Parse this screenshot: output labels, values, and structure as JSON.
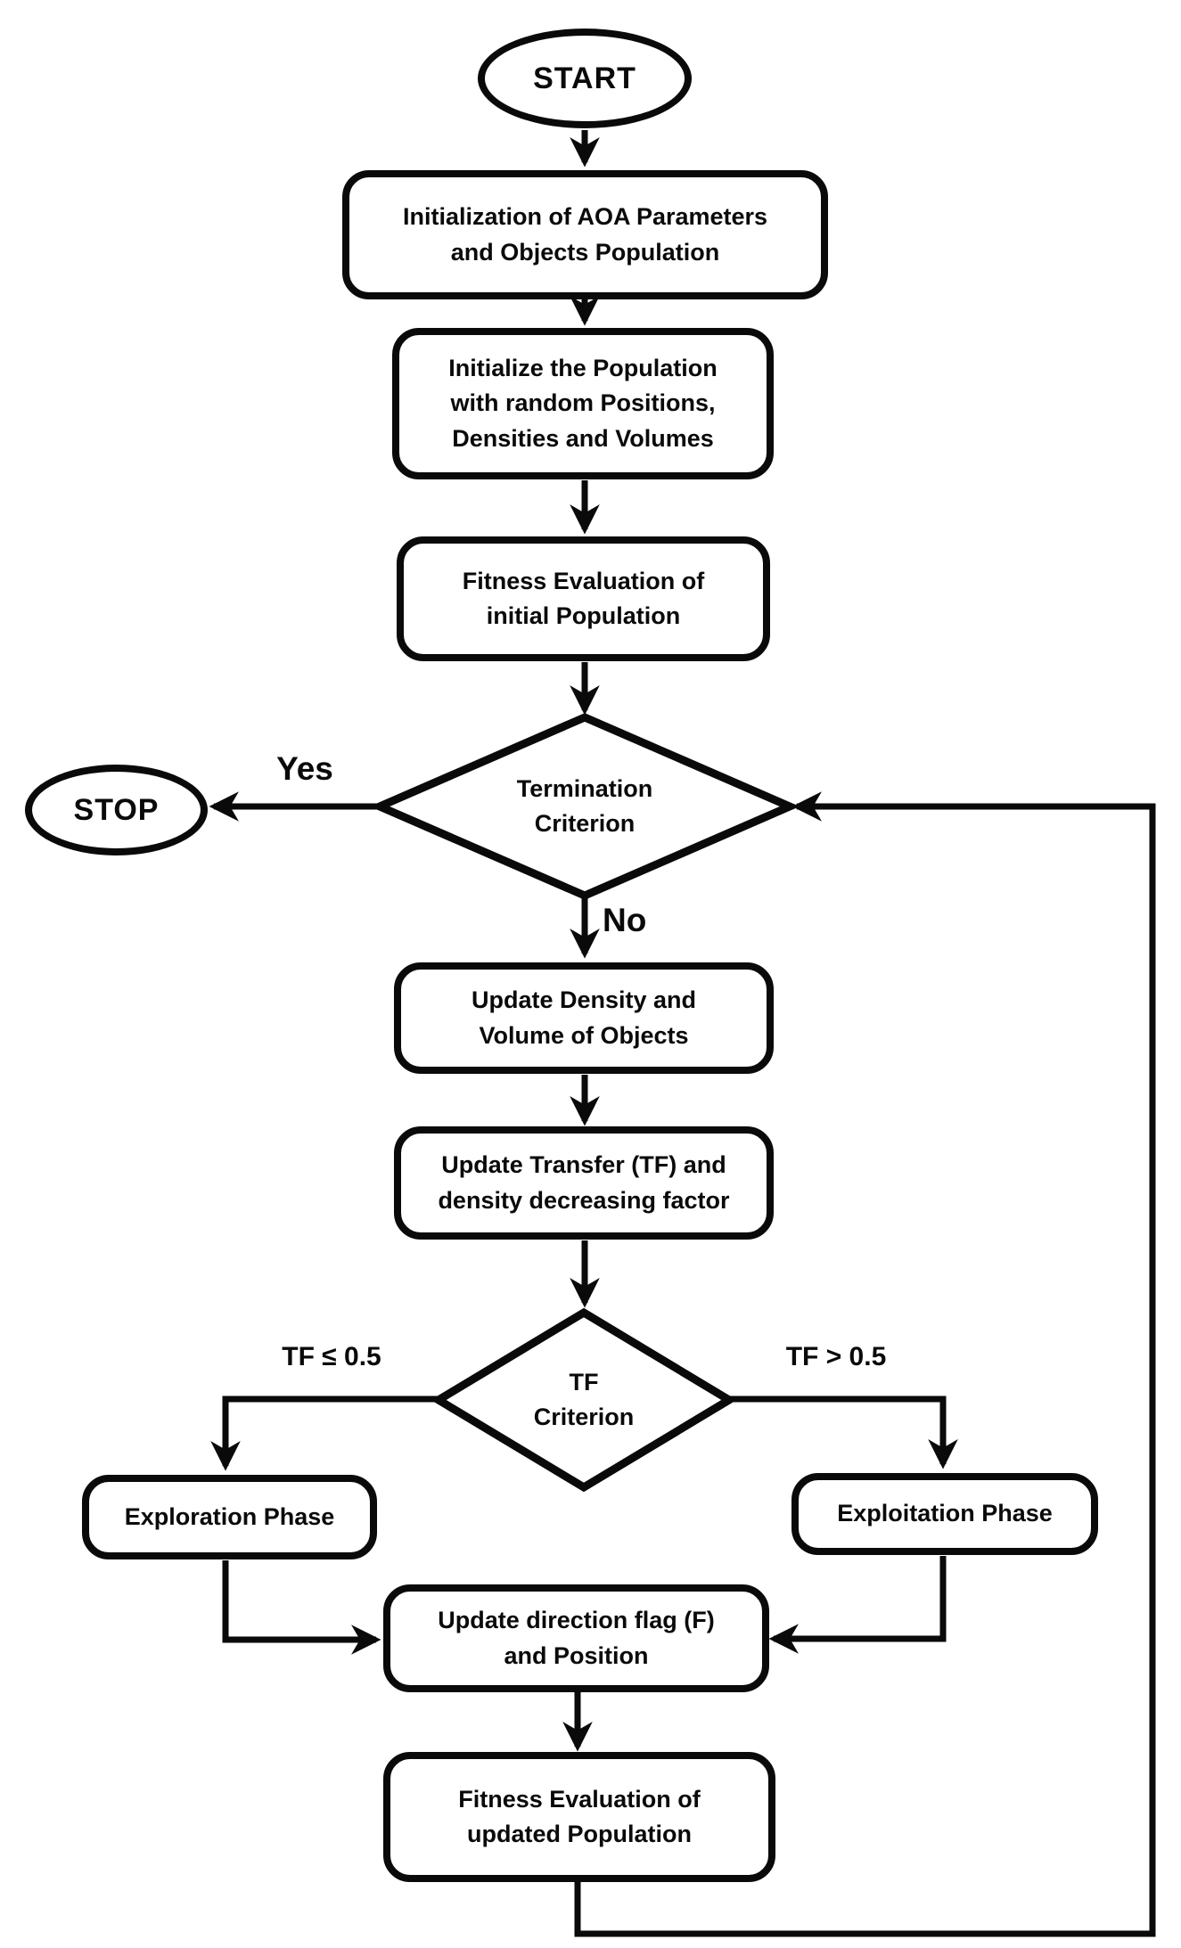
{
  "flowchart": {
    "description": "AOA (Archimedes Optimization Algorithm) flowchart",
    "colors": {
      "stroke": "#0a0a0a",
      "fill": "#ffffff",
      "text": "#0a0a0a"
    },
    "nodes": {
      "start": {
        "label": "START"
      },
      "init_params": {
        "lines": [
          "Initialization of AOA Parameters",
          "and Objects Population"
        ]
      },
      "init_population": {
        "lines": [
          "Initialize the Population",
          "with random Positions,",
          "Densities and Volumes"
        ]
      },
      "fitness_initial": {
        "lines": [
          "Fitness Evaluation of",
          "initial Population"
        ]
      },
      "termination": {
        "lines": [
          "Termination",
          "Criterion"
        ]
      },
      "stop": {
        "label": "STOP"
      },
      "update_density": {
        "lines": [
          "Update Density and",
          "Volume of Objects"
        ]
      },
      "update_transfer": {
        "lines": [
          "Update Transfer (TF) and",
          "density decreasing factor"
        ]
      },
      "tf_criterion": {
        "lines": [
          "TF",
          "Criterion"
        ]
      },
      "exploration": {
        "label": "Exploration Phase"
      },
      "exploitation": {
        "label": "Exploitation Phase"
      },
      "update_direction": {
        "lines": [
          "Update direction flag (F)",
          "and Position"
        ]
      },
      "fitness_updated": {
        "lines": [
          "Fitness Evaluation of",
          "updated Population"
        ]
      }
    },
    "edge_labels": {
      "yes": "Yes",
      "no": "No",
      "tf_le": "TF ≤ 0.5",
      "tf_gt": "TF > 0.5"
    }
  }
}
